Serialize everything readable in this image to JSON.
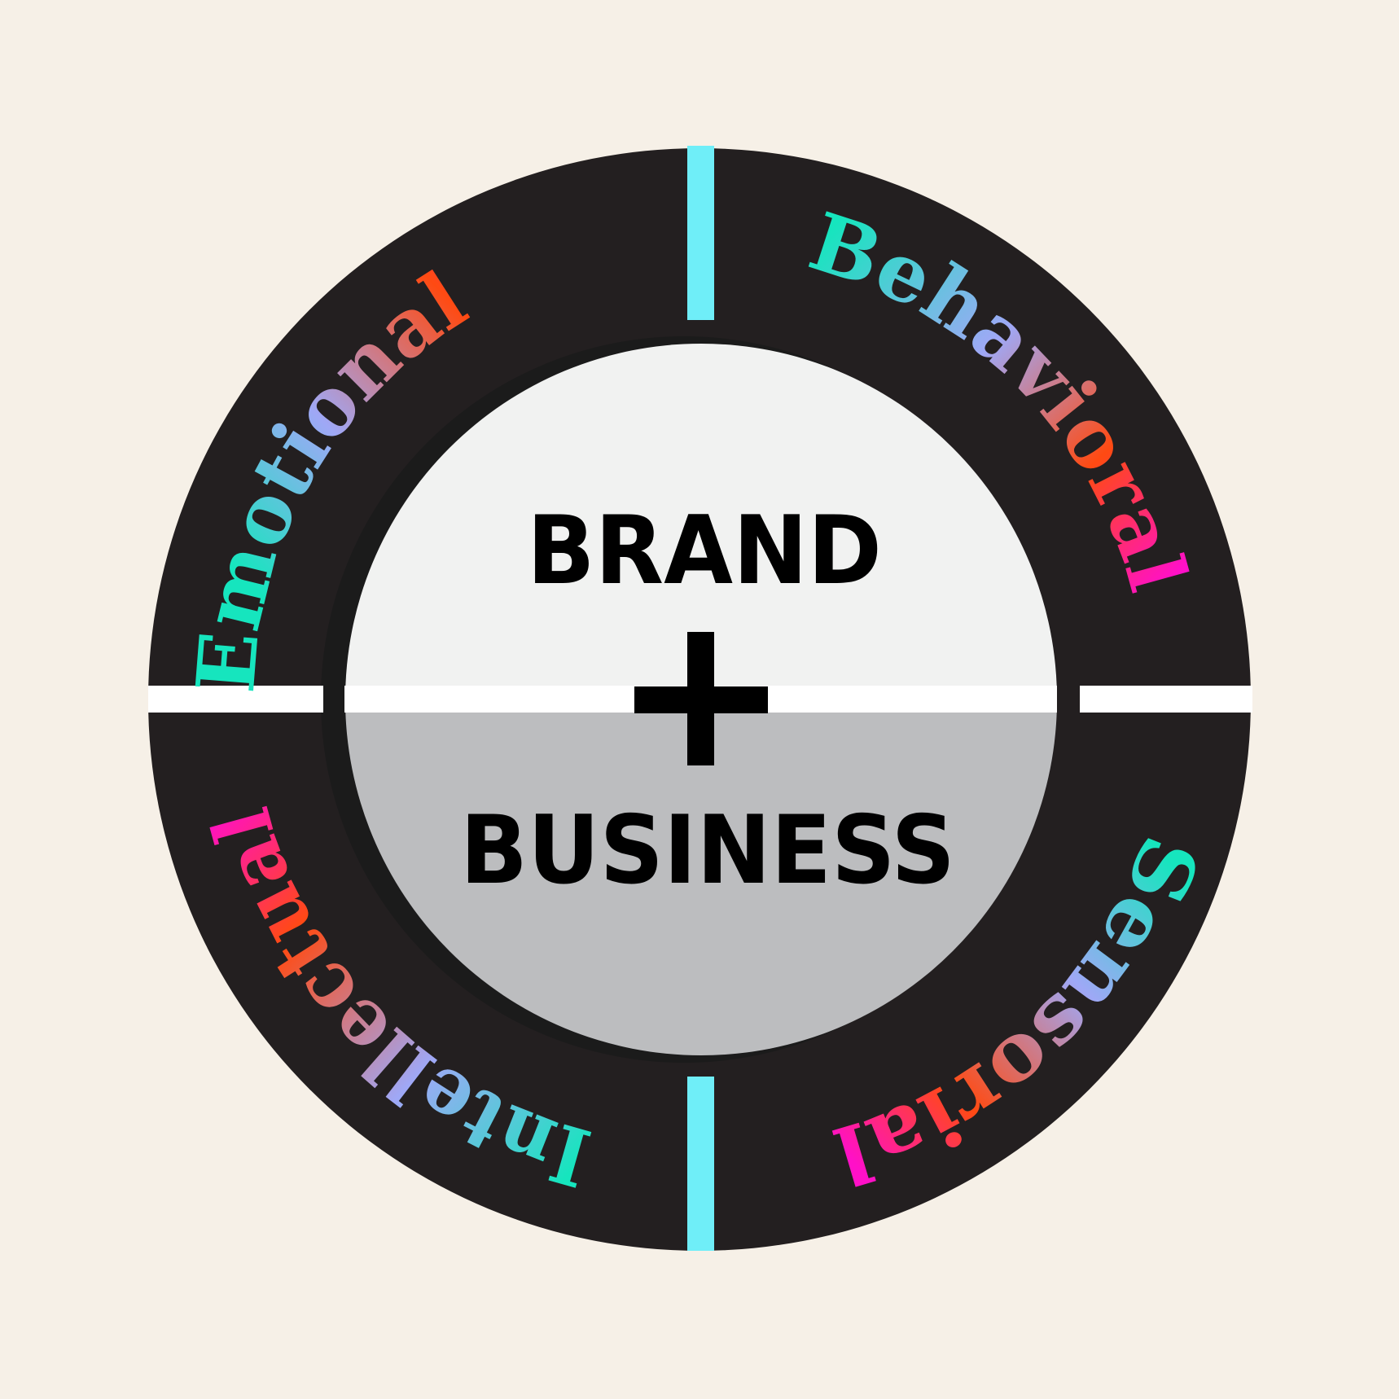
{
  "center": {
    "top_label": "BRAND",
    "bottom_label": "BUSINESS",
    "top_fill": "#f1f2f1",
    "bottom_fill": "#bcbdbf"
  },
  "ring": {
    "fill": "#231f20",
    "quadrants": [
      {
        "label": "Emotional"
      },
      {
        "label": "Behavioral"
      },
      {
        "label": "Sensorial"
      },
      {
        "label": "Intellectual"
      }
    ]
  },
  "dividers": {
    "vertical_color": "#6feef8",
    "horizontal_color": "#ffffff"
  },
  "plus_sign_color": "#000000",
  "gradient_colors": [
    "#16e5be",
    "#9fa8f6",
    "#ff4a12",
    "#ff10c8"
  ]
}
